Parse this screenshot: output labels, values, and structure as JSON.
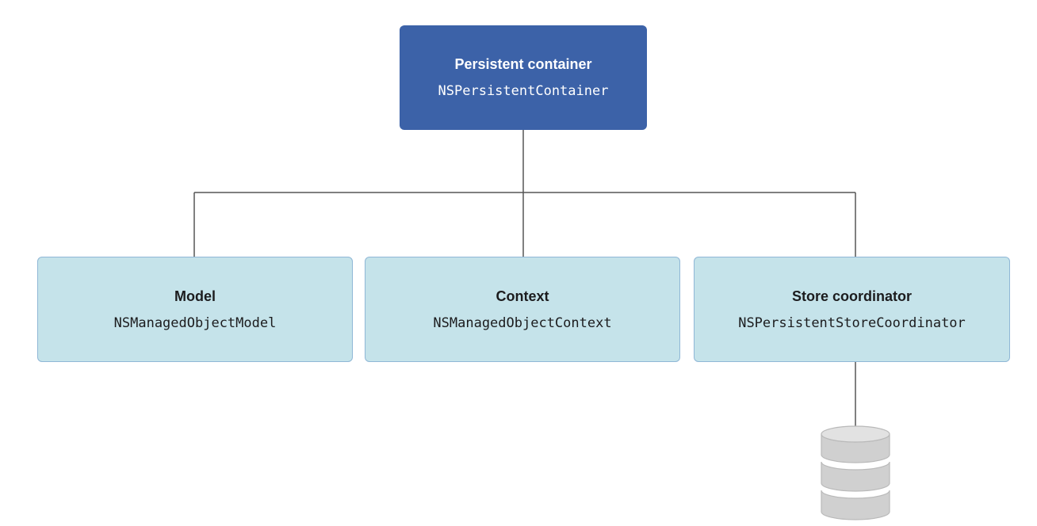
{
  "root": {
    "title": "Persistent container",
    "class_name": "NSPersistentContainer"
  },
  "children": [
    {
      "title": "Model",
      "class_name": "NSManagedObjectModel"
    },
    {
      "title": "Context",
      "class_name": "NSManagedObjectContext"
    },
    {
      "title": "Store coordinator",
      "class_name": "NSPersistentStoreCoordinator"
    }
  ],
  "colors": {
    "root_fill": "#3c62a8",
    "child_fill": "#c5e3ea",
    "child_border": "#8fb7d6",
    "connector": "#555555",
    "database_fill": "#d0d0d0"
  }
}
